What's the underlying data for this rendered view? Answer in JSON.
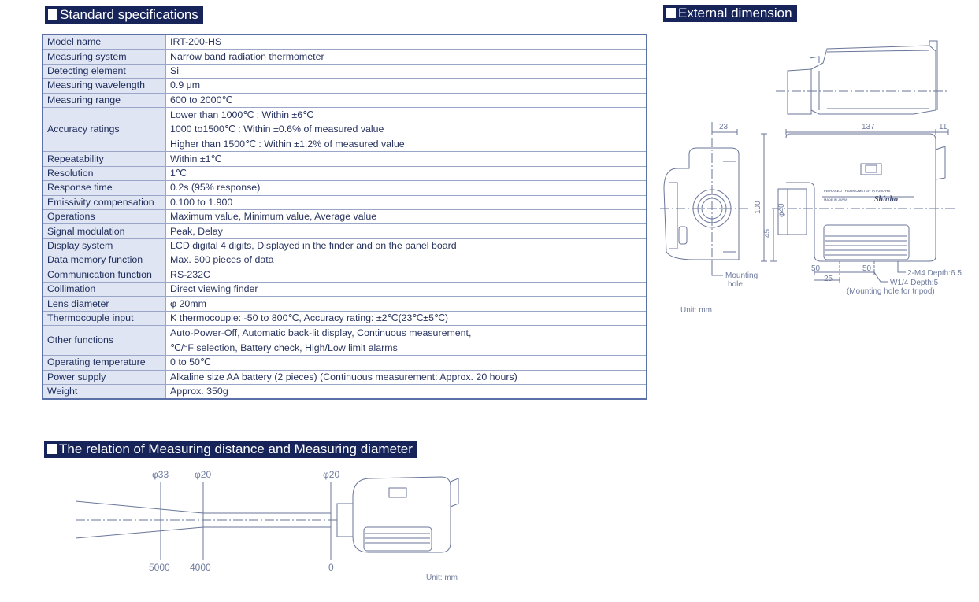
{
  "spec_section": {
    "title": "Standard specifications",
    "rows": [
      {
        "label": "Model name",
        "value": [
          "IRT-200-HS"
        ]
      },
      {
        "label": "Measuring system",
        "value": [
          "Narrow band radiation thermometer"
        ]
      },
      {
        "label": "Detecting element",
        "value": [
          "Si"
        ]
      },
      {
        "label": "Measuring wavelength",
        "value": [
          "0.9 μm"
        ]
      },
      {
        "label": "Measuring range",
        "value": [
          "600 to 2000℃"
        ]
      },
      {
        "label": "Accuracy ratings",
        "value": [
          "Lower than 1000℃ : Within ±6℃",
          "1000  to1500℃ : Within ±0.6% of measured value",
          "Higher than 1500℃ : Within ±1.2% of measured value"
        ]
      },
      {
        "label": "Repeatability",
        "value": [
          "Within ±1℃"
        ]
      },
      {
        "label": "Resolution",
        "value": [
          "1℃"
        ]
      },
      {
        "label": "Response time",
        "value": [
          "0.2s (95% response)"
        ]
      },
      {
        "label": "Emissivity compensation",
        "value": [
          "0.100 to 1.900"
        ]
      },
      {
        "label": "Operations",
        "value": [
          "Maximum value, Minimum value, Average value"
        ]
      },
      {
        "label": "Signal modulation",
        "value": [
          "Peak, Delay"
        ]
      },
      {
        "label": "Display system",
        "value": [
          "LCD digital 4 digits, Displayed in the finder and on the panel board"
        ]
      },
      {
        "label": "Data memory function",
        "value": [
          "Max. 500 pieces of data"
        ]
      },
      {
        "label": "Communication function",
        "value": [
          "RS-232C"
        ]
      },
      {
        "label": "Collimation",
        "value": [
          "Direct viewing finder"
        ]
      },
      {
        "label": "Lens diameter",
        "value": [
          "φ 20mm"
        ]
      },
      {
        "label": "Thermocouple input",
        "value": [
          "K thermocouple: -50 to 800℃, Accuracy rating: ±2℃(23℃±5℃)"
        ]
      },
      {
        "label": "Other functions",
        "value": [
          "Auto-Power-Off, Automatic back-lit display, Continuous measurement,",
          "℃/°F selection, Battery check, High/Low limit alarms"
        ]
      },
      {
        "label": "Operating temperature",
        "value": [
          "0 to 50℃"
        ]
      },
      {
        "label": "Power supply",
        "value": [
          "Alkaline size AA battery (2 pieces) (Continuous measurement: Approx. 20 hours)"
        ]
      },
      {
        "label": "Weight",
        "value": [
          "Approx. 350g"
        ]
      }
    ]
  },
  "external_dimension": {
    "title": "External dimension",
    "dims": {
      "d23": "23",
      "d137": "137",
      "d11": "11",
      "d100": "100",
      "d45": "45",
      "phi40": "φ40",
      "d50a": "50",
      "d50b": "50",
      "d25": "25"
    },
    "device_label_1": "INFRARED  THERMOMETER  IRT-200-HS",
    "device_label_2": "MADE IN JAPAN",
    "brand": "Shinho",
    "notes": {
      "mounting_hole": [
        "Mounting",
        "hole"
      ],
      "m4": "2-M4 Depth:6.5",
      "w14": "W1/4 Depth:5",
      "tripod": "(Mounting hole for tripod)"
    },
    "unit": "Unit: mm"
  },
  "relation": {
    "title": "The relation of Measuring distance and Measuring diameter",
    "diameters": [
      "φ33",
      "φ20",
      "φ20"
    ],
    "distances": [
      "5000",
      "4000",
      "0"
    ],
    "unit": "Unit: mm"
  },
  "colors": {
    "header_bg": "#16245a",
    "label_bg": "#dfe5f3",
    "border": "#5b6fa8",
    "line": "#6a7699"
  }
}
